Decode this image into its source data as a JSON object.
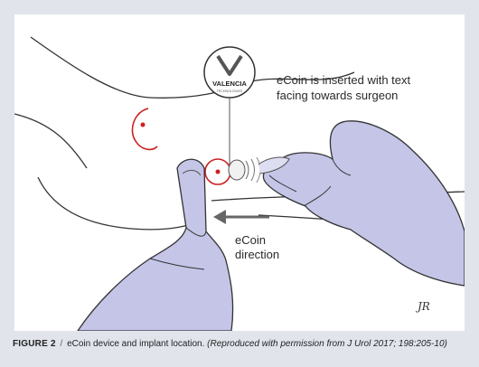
{
  "callout": {
    "line1": "eCoin is inserted with text",
    "line2": "facing towards surgeon"
  },
  "logo": {
    "brand": "VALENCIA",
    "tagline": "TECHNOLOGIES"
  },
  "direction": {
    "line1": "eCoin",
    "line2": "direction"
  },
  "signature": "JR",
  "caption": {
    "label": "FIGURE 2",
    "separator": "/",
    "text": "eCoin device and implant location.",
    "note": "(Reproduced with permission from J Urol 2017; 198:205-10)"
  },
  "colors": {
    "glove": "#c5c5e8",
    "marker": "#cc1f1f",
    "background": "#e2e4ec"
  }
}
